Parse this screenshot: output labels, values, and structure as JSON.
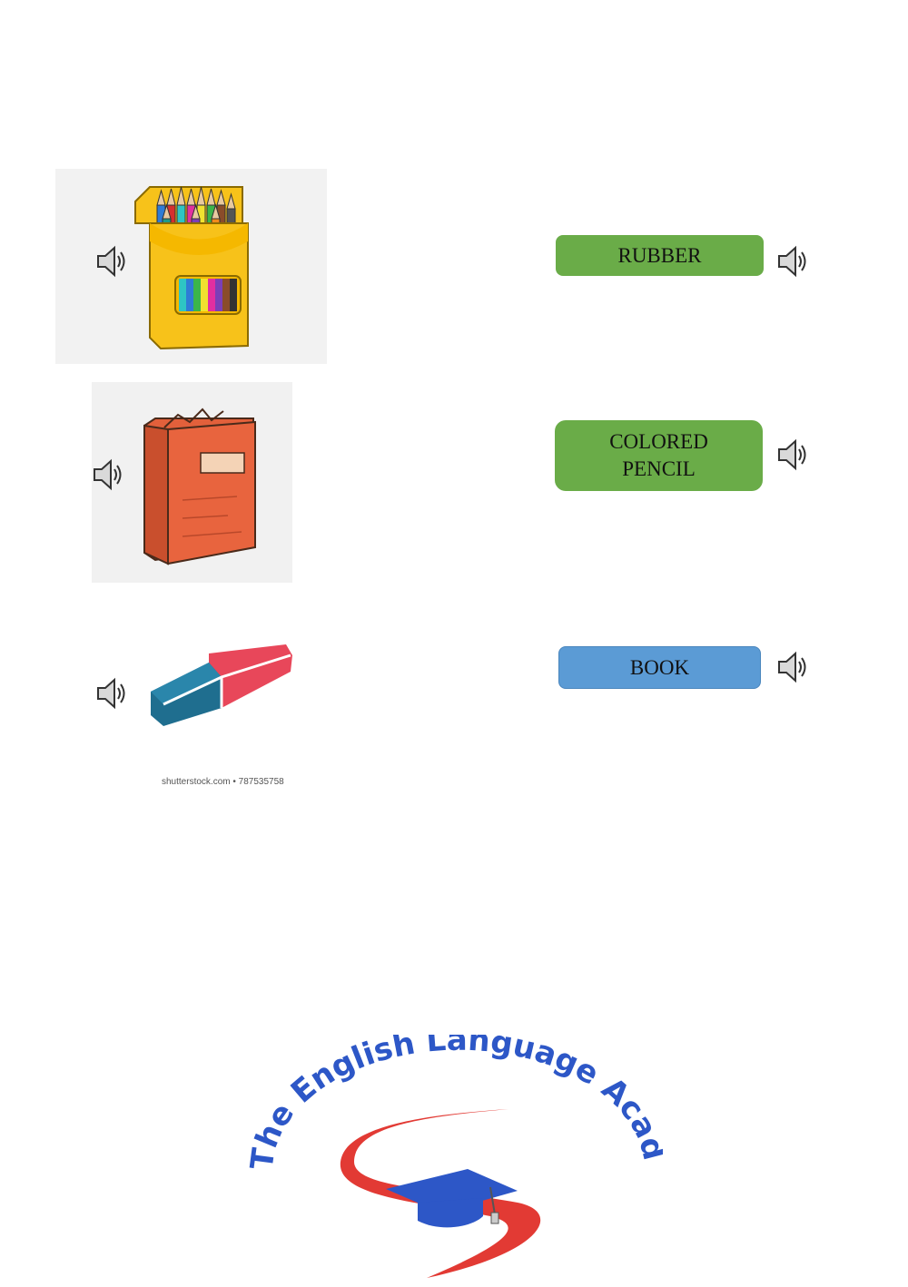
{
  "colors": {
    "green_button": "#6aac48",
    "blue_button": "#5b9bd5",
    "logo_blue": "#2d57c7",
    "logo_red": "#e23a34"
  },
  "pictures": [
    {
      "name": "colored-pencils-box-picture",
      "icon": "speaker-icon"
    },
    {
      "name": "book-picture",
      "icon": "speaker-icon"
    },
    {
      "name": "rubber-picture",
      "icon": "speaker-icon"
    }
  ],
  "words": [
    {
      "label": "RUBBER",
      "color": "green",
      "icon": "speaker-icon"
    },
    {
      "label": "COLORED\nPENCIL",
      "color": "green",
      "icon": "speaker-icon"
    },
    {
      "label": "BOOK",
      "color": "blue",
      "icon": "speaker-icon"
    }
  ],
  "image_credit": "shutterstock.com • 787535758",
  "logo": {
    "text": "The English Language Academy"
  }
}
